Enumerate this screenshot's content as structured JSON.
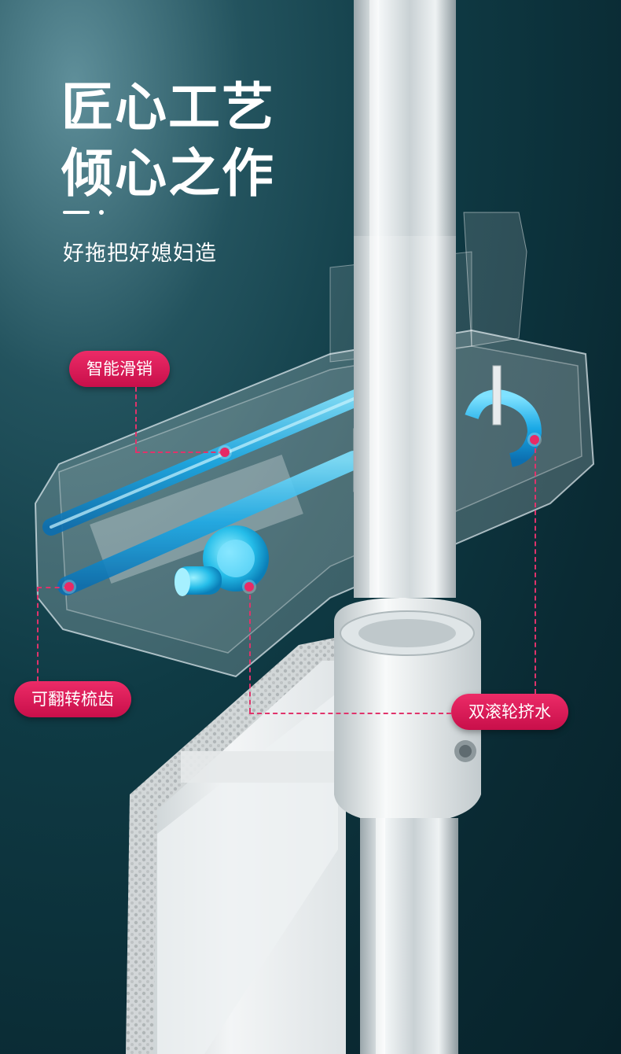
{
  "headline": {
    "line1": "匠心工艺",
    "line2": "倾心之作"
  },
  "subtitle": "好拖把好媳妇造",
  "callouts": {
    "slide_pin": "智能滑销",
    "comb_teeth": "可翻转梳齿",
    "double_roller": "双滚轮挤水"
  },
  "colors": {
    "background": "#0f3b45",
    "tag_pink": "#e0336b",
    "roller_blue": "#29c6f0"
  }
}
